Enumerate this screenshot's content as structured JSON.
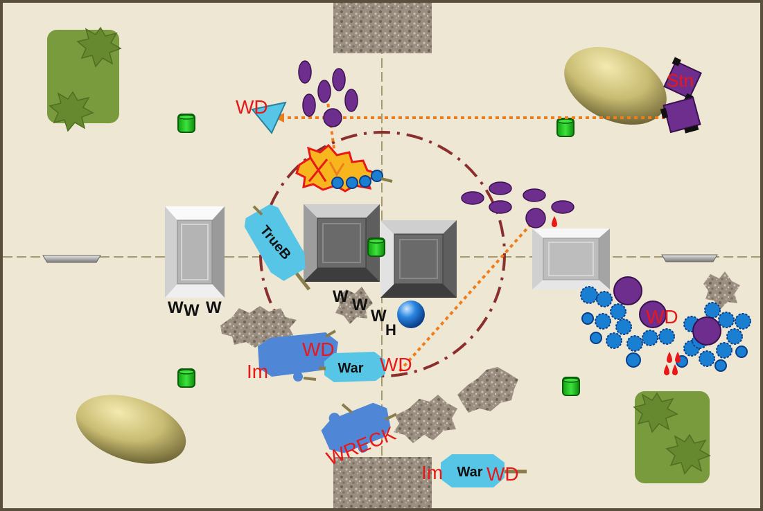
{
  "colors": {
    "table": "#ede7d3",
    "border": "#5a4e3c",
    "forest": "#7a9a3e",
    "objective": "#1ec81e",
    "purple_unit": "#6e2e8e",
    "blue_unit": "#1a7fd1",
    "light_blue_vehicle": "#57c6e6",
    "wreck_vehicle": "#4f87d6",
    "status_red": "#e81818",
    "orange_line": "#ee7d1c",
    "dashdot_circle": "#8b2e2e"
  },
  "labels": {
    "wd_top": "WD",
    "stn": "Stn",
    "x_mark": "X",
    "trueb": "TrueB",
    "ww_left_1": "W",
    "ww_left_2": "W",
    "ww_left_3": "W",
    "w_center_1": "W",
    "w_center_2": "W",
    "w_center_3": "W",
    "h_mark": "H",
    "wd_right": "WD",
    "wd_im": "WD",
    "im_left": "Im",
    "war_center": "War",
    "wd_war": "WD",
    "wreck": "WRECK",
    "im_bottom": "Im",
    "war_bottom": "War",
    "wd_bottom": "WD"
  }
}
